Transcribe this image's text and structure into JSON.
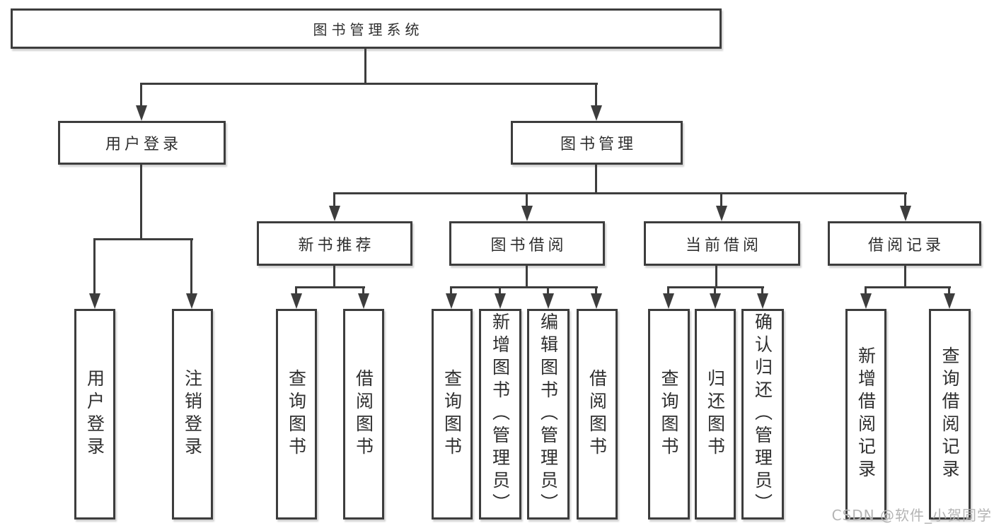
{
  "colors": {
    "line": "#3d3d3d",
    "text": "#2f2f2f",
    "watermark": "#b4b4b4",
    "bg": "#ffffff"
  },
  "tree": {
    "label": "图书管理系统",
    "children": [
      {
        "label": "用户登录",
        "children": [
          {
            "label": "用户登录"
          },
          {
            "label": "注销登录"
          }
        ]
      },
      {
        "label": "图书管理",
        "children": [
          {
            "label": "新书推荐",
            "children": [
              {
                "label": "查询图书"
              },
              {
                "label": "借阅图书"
              }
            ]
          },
          {
            "label": "图书借阅",
            "children": [
              {
                "label": "查询图书"
              },
              {
                "label": "新增图书（管理员）"
              },
              {
                "label": "编辑图书（管理员）"
              },
              {
                "label": "借阅图书"
              }
            ]
          },
          {
            "label": "当前借阅",
            "children": [
              {
                "label": "查询图书"
              },
              {
                "label": "归还图书"
              },
              {
                "label": "确认归还（管理员）"
              }
            ]
          },
          {
            "label": "借阅记录",
            "children": [
              {
                "label": "新增借阅记录"
              },
              {
                "label": "查询借阅记录"
              }
            ]
          }
        ]
      }
    ]
  },
  "watermark": {
    "text": "CSDN @软件_小贺同学"
  }
}
